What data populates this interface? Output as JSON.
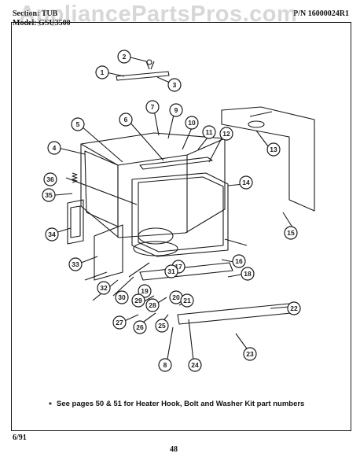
{
  "header": {
    "section_label": "Section: TUB",
    "model_label": "Model: GSU3500",
    "part_number": "P/N 16000024R1"
  },
  "watermark": {
    "text": "AppliancePartsPros.com"
  },
  "callouts": [
    "1",
    "2",
    "3",
    "4",
    "5",
    "6",
    "7",
    "8",
    "9",
    "10",
    "11",
    "12",
    "13",
    "14",
    "15",
    "16",
    "17",
    "18",
    "19",
    "20",
    "21",
    "22",
    "23",
    "24",
    "25",
    "26",
    "27",
    "28",
    "29",
    "30",
    "31",
    "32",
    "33",
    "34",
    "35",
    "36"
  ],
  "footnote": {
    "star": "*",
    "text": "See pages 50 & 51 for Heater Hook, Bolt and Washer Kit part numbers"
  },
  "footer": {
    "date": "6/91",
    "page": "48"
  },
  "colors": {
    "ink": "#1a1a1a",
    "paper": "#ffffff",
    "watermark": "#969696"
  }
}
